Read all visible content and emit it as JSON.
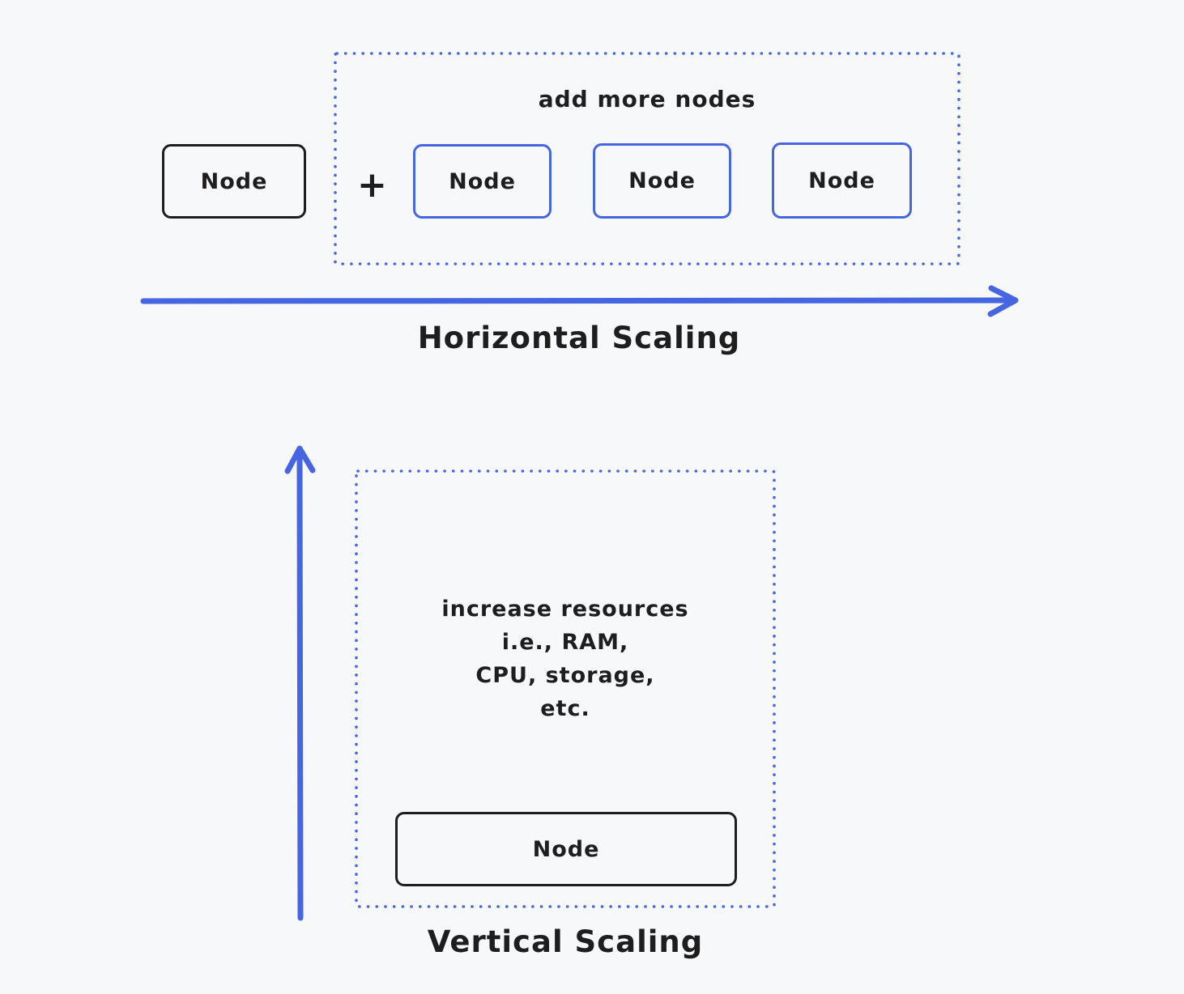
{
  "colors": {
    "accent_blue": "#4565e1",
    "ink": "#1e1e1e",
    "background": "#f7f8f9"
  },
  "horizontal": {
    "title": "Horizontal Scaling",
    "plus": "+",
    "standalone_node": "Node",
    "group_caption": "add more nodes",
    "nodes": [
      "Node",
      "Node",
      "Node"
    ]
  },
  "vertical": {
    "title": "Vertical Scaling",
    "caption_lines": [
      "increase resources",
      "i.e., RAM,",
      "CPU, storage,",
      "etc."
    ],
    "node": "Node"
  }
}
